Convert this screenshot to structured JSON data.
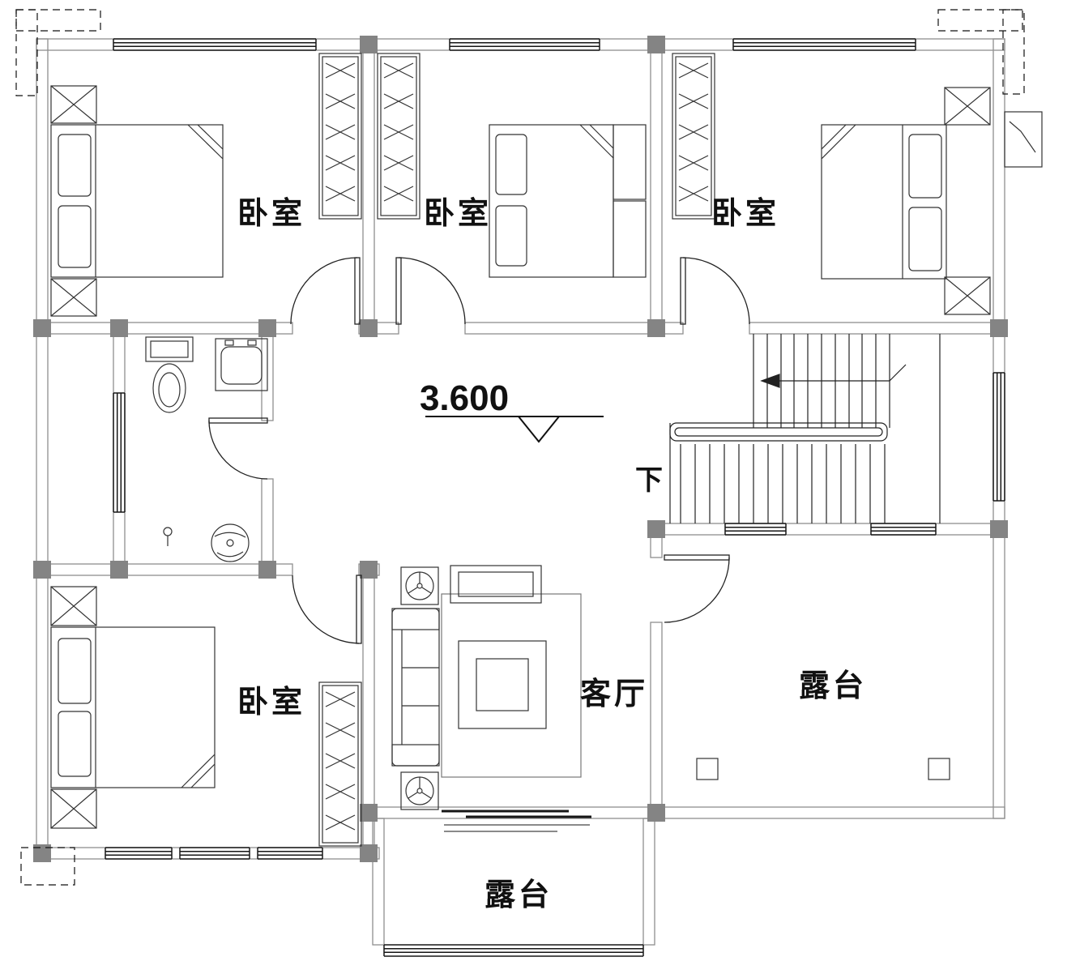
{
  "plan": {
    "rooms": {
      "bedroom_top_left": "卧室",
      "bedroom_top_middle": "卧室",
      "bedroom_top_right": "卧室",
      "bedroom_bottom_left": "卧室",
      "living_room": "客厅",
      "terrace_right": "露台",
      "terrace_bottom": "露台"
    },
    "annotations": {
      "elevation": "3.600",
      "stair_direction": "下"
    },
    "colors": {
      "background": "#ffffff",
      "wall_line": "#8f8f8f",
      "column_fill": "#848484",
      "detail_line": "#161616",
      "furniture_line": "#333333"
    }
  }
}
